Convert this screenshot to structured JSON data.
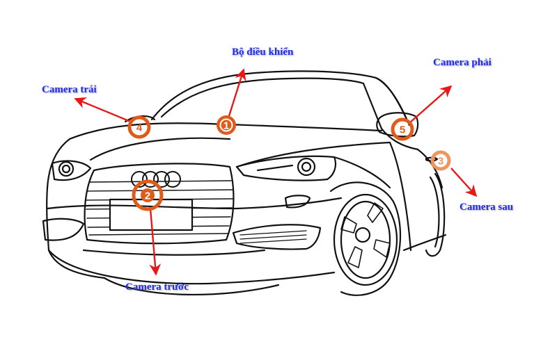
{
  "diagram": {
    "subject": "car-front-three-quarter-outline",
    "accent_color": "#e05a1a",
    "arrow_color": "#e81818",
    "label_color": "#1f2bf0"
  },
  "callouts": [
    {
      "id": "1",
      "number": "1",
      "label": "Bộ điều khiển"
    },
    {
      "id": "2",
      "number": "2",
      "label": "Camera trước"
    },
    {
      "id": "3",
      "number": "3",
      "label": "Camera sau"
    },
    {
      "id": "4",
      "number": "4",
      "label": "Camera trái"
    },
    {
      "id": "5",
      "number": "5",
      "label": "Camera phải"
    }
  ]
}
